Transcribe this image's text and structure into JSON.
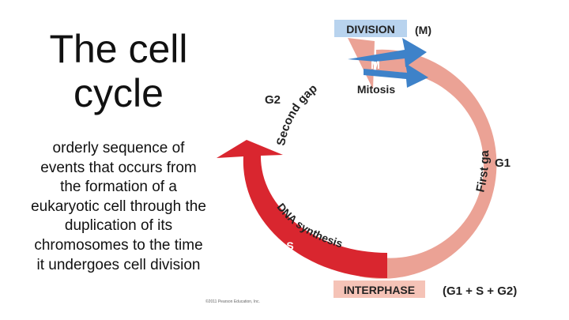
{
  "slide": {
    "title": "The cell cycle",
    "body": "orderly sequence of events that occurs from the formation of a eukaryotic cell through the duplication of its chromosomes to the time it undergoes cell division"
  },
  "diagram": {
    "division_label": "DIVISION",
    "division_abbrev": "(M)",
    "m_label": "M",
    "mitosis_label": "Mitosis",
    "g2_label": "G2",
    "second_gap_label": "Second gap",
    "g1_label": "G1",
    "first_gap_label": "First gap",
    "dna_synthesis_label": "DNA synthesis",
    "s_label": "S",
    "interphase_label": "INTERPHASE",
    "interphase_formula": "(G1 + S + G2)",
    "copyright": "©2011 Pearson Education, Inc."
  },
  "colors": {
    "salmon": "#EBA295",
    "red": "#D9262F",
    "blue": "#3E82C9",
    "division_box": "#B8D3EE",
    "interphase_box": "#F5C3B7"
  }
}
